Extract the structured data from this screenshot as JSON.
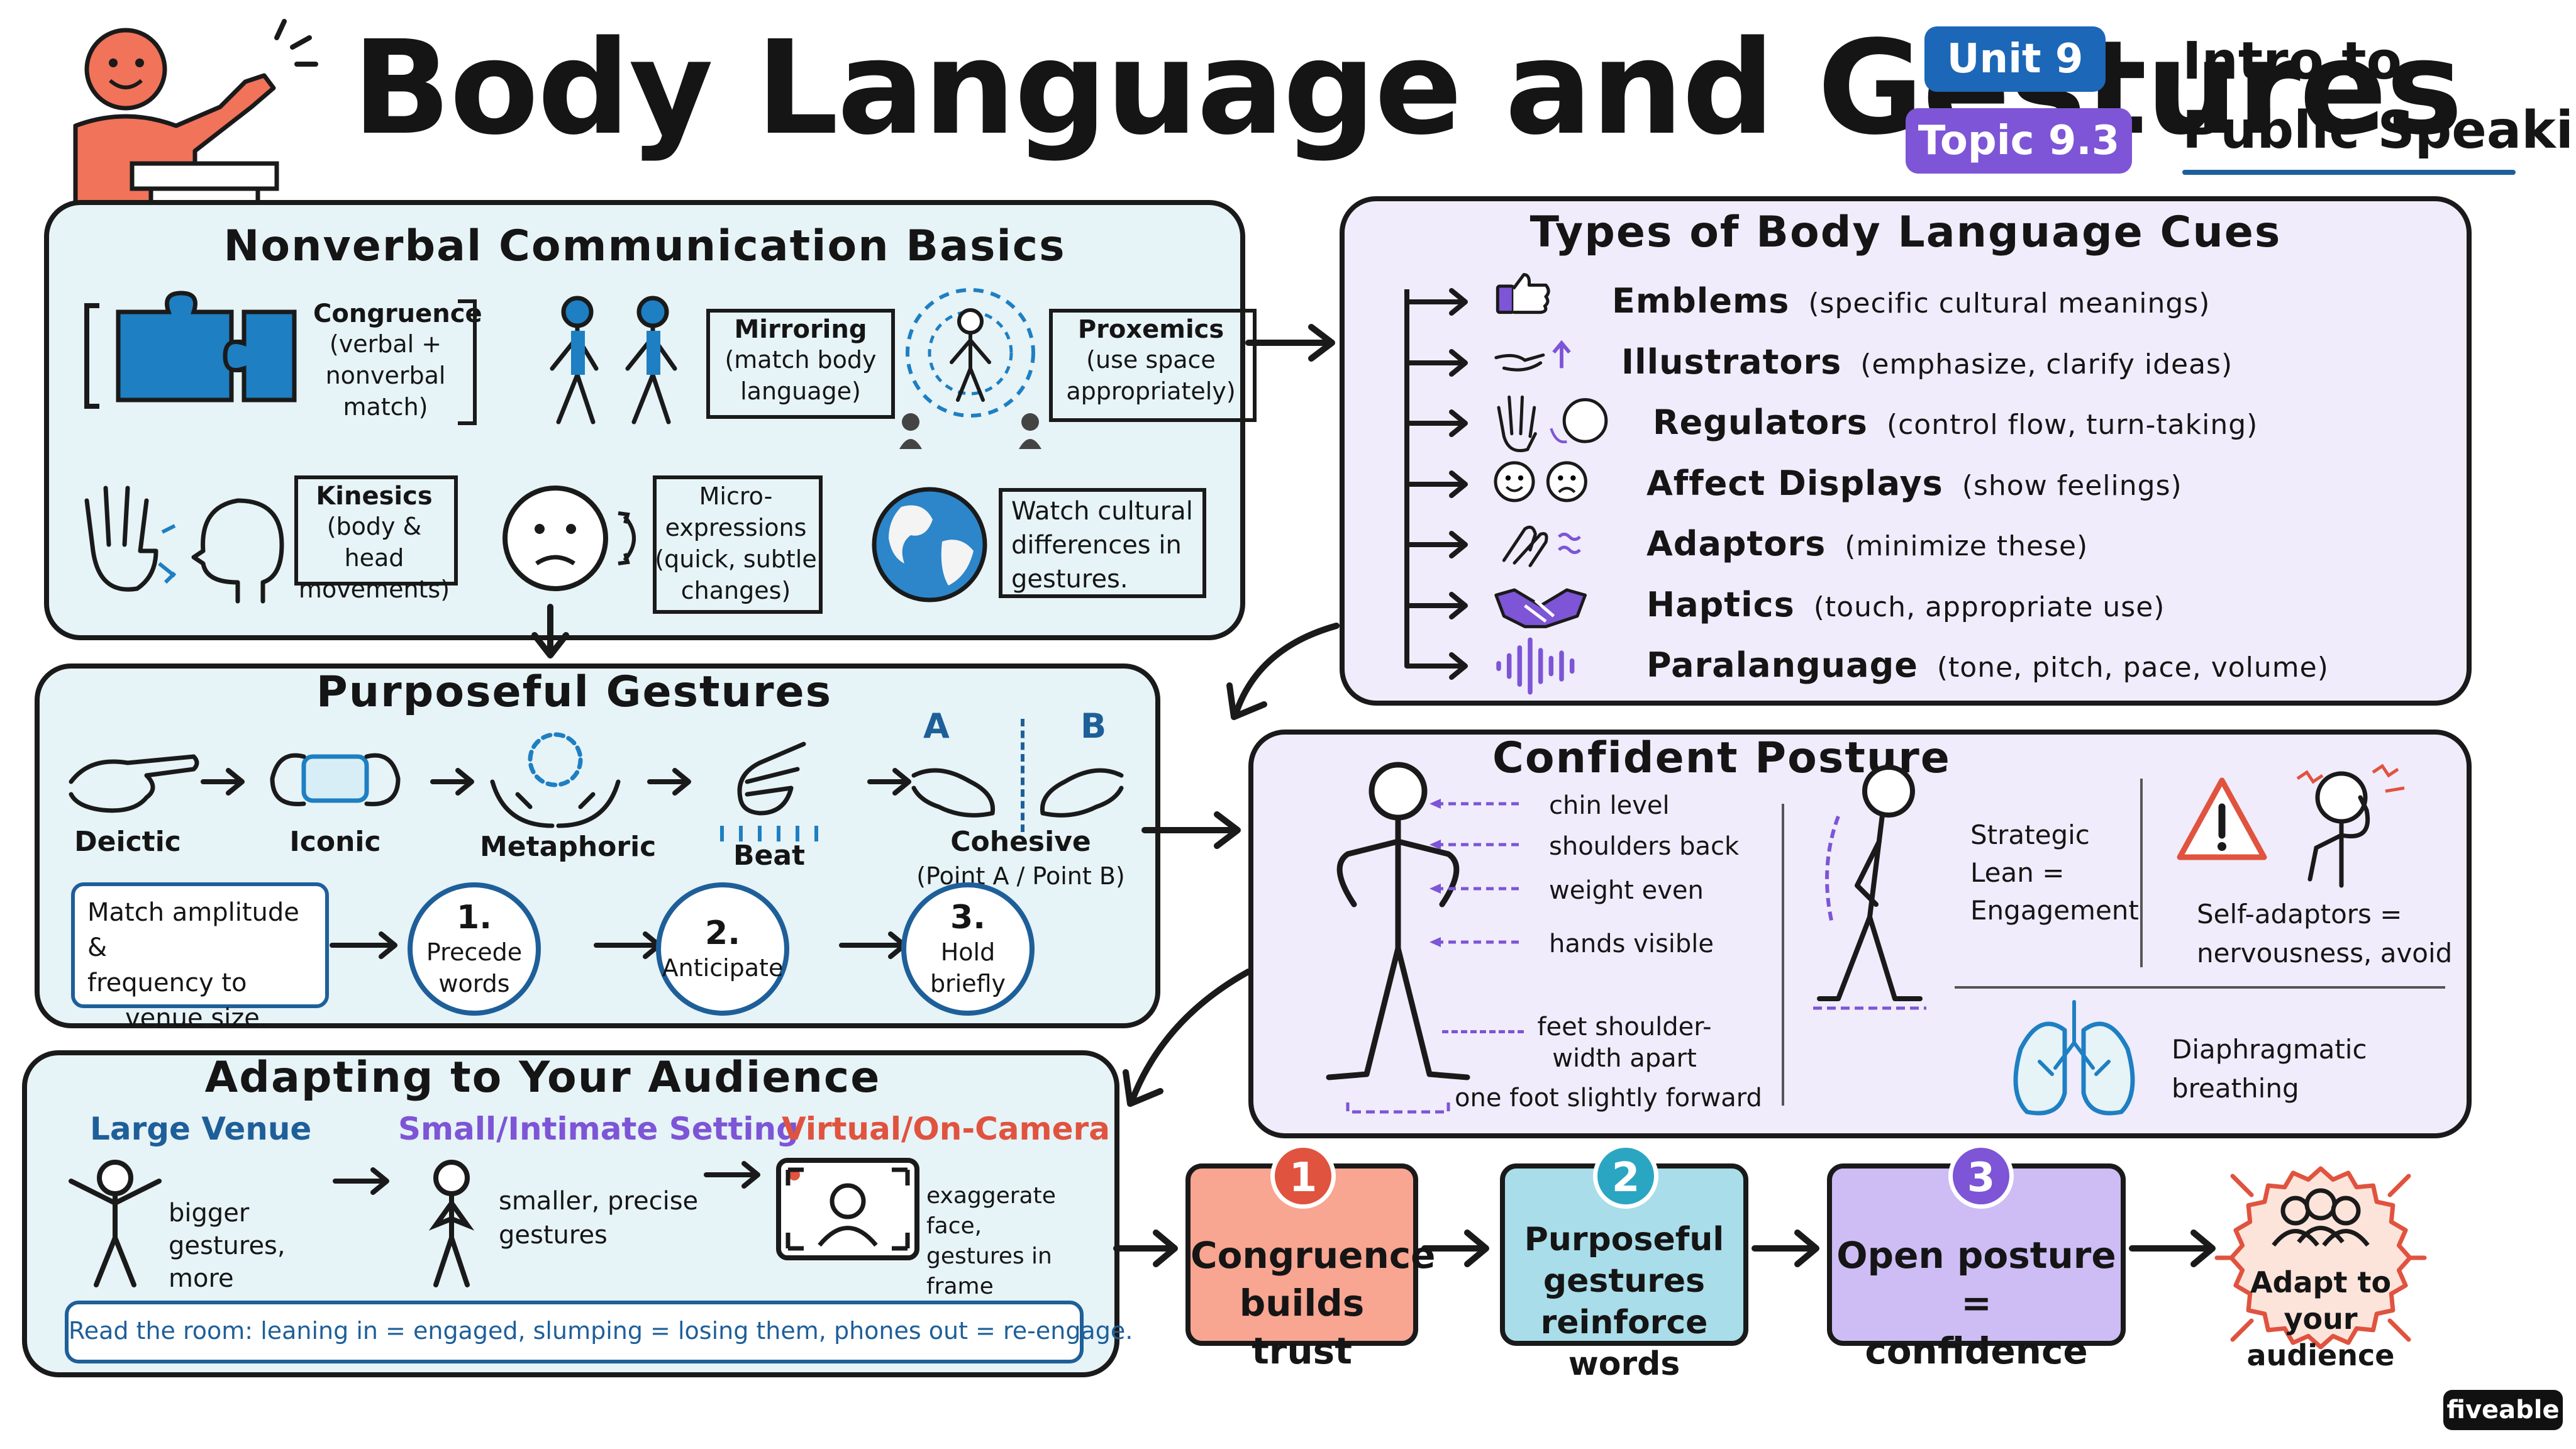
{
  "header": {
    "title": "Body Language and Gestures",
    "unit": "Unit 9",
    "topic": "Topic 9.3",
    "course_line1": "Intro to",
    "course_line2": "Public Speaking"
  },
  "colors": {
    "blue_panel": "#e6f3f7",
    "purple_panel": "#f0ecfb",
    "accent_blue": "#1e5f99",
    "unit_badge": "#1c67b7",
    "topic_badge": "#7d55d6",
    "large_venue": "#1e5f99",
    "small_setting": "#7d55d6",
    "virtual": "#e0533f",
    "congruence_box": "#f8a592",
    "gestures_box": "#a9dde9",
    "posture_box": "#cdbdf4",
    "adapt_badge": "#fde4db",
    "figure_orange": "#f0735a"
  },
  "nonverbal": {
    "title": "Nonverbal Communication Basics",
    "congruence": [
      "Congruence",
      "(verbal +",
      "nonverbal",
      "match)"
    ],
    "mirroring": [
      "Mirroring",
      "(match body",
      "language)"
    ],
    "proxemics": [
      "Proxemics",
      "(use space",
      "appropriately)"
    ],
    "kinesics": [
      "Kinesics",
      "(body & head",
      "movements)"
    ],
    "micro": [
      "Micro-",
      "expressions",
      "(quick, subtle",
      "changes)"
    ],
    "cultural": [
      "Watch cultural",
      "differences in",
      "gestures."
    ]
  },
  "cues": {
    "title": "Types of Body Language Cues",
    "items": [
      {
        "name": "Emblems",
        "desc": "(specific cultural meanings)",
        "icon": "thumbs-up-icon"
      },
      {
        "name": "Illustrators",
        "desc": "(emphasize, clarify ideas)",
        "icon": "open-hand-icon"
      },
      {
        "name": "Regulators",
        "desc": "(control flow, turn-taking)",
        "icon": "raised-hand-icon"
      },
      {
        "name": "Affect Displays",
        "desc": "(show feelings)",
        "icon": "faces-icon"
      },
      {
        "name": "Adaptors",
        "desc": "(minimize these)",
        "icon": "rubbing-hands-icon"
      },
      {
        "name": "Haptics",
        "desc": "(touch, appropriate use)",
        "icon": "handshake-icon"
      },
      {
        "name": "Paralanguage",
        "desc": "(tone, pitch, pace, volume)",
        "icon": "soundwave-icon"
      }
    ]
  },
  "gestures": {
    "title": "Purposeful Gestures",
    "types": [
      "Deictic",
      "Iconic",
      "Metaphoric",
      "Beat",
      "Cohesive"
    ],
    "cohesive_sub": "(Point A / Point B)",
    "point_a": "A",
    "point_b": "B",
    "match_note": [
      "Match amplitude &",
      "frequency to",
      "venue size."
    ],
    "steps": [
      {
        "num": "1.",
        "label": [
          "Precede",
          "words"
        ]
      },
      {
        "num": "2.",
        "label": [
          "Anticipate"
        ]
      },
      {
        "num": "3.",
        "label": [
          "Hold",
          "briefly"
        ]
      }
    ]
  },
  "posture": {
    "title": "Confident Posture",
    "labels": [
      "chin level",
      "shoulders back",
      "weight even",
      "hands visible"
    ],
    "feet": [
      "feet shoulder-",
      "width apart"
    ],
    "foot_forward": "one foot slightly forward",
    "lean": [
      "Strategic",
      "Lean =",
      "Engagement"
    ],
    "self_adaptors": [
      "Self-adaptors =",
      "nervousness, avoid"
    ],
    "breathing": [
      "Diaphragmatic",
      "breathing"
    ]
  },
  "audience": {
    "title": "Adapting to Your Audience",
    "large_venue": "Large Venue",
    "large_desc": [
      "bigger gestures,",
      "more movement"
    ],
    "small_setting": "Small/Intimate Setting",
    "small_desc": [
      "smaller, precise",
      "gestures"
    ],
    "virtual": "Virtual/On-Camera",
    "virtual_desc": [
      "exaggerate face,",
      "gestures in frame"
    ],
    "read_room": "Read the room: leaning in = engaged, slumping = losing them, phones out = re-engage."
  },
  "summary": [
    {
      "num": "1",
      "text": [
        "Congruence",
        "builds trust"
      ]
    },
    {
      "num": "2",
      "text": [
        "Purposeful",
        "gestures",
        "reinforce words"
      ]
    },
    {
      "num": "3",
      "text": [
        "Open posture =",
        "confidence"
      ]
    }
  ],
  "adapt_badge": [
    "Adapt to",
    "your audience"
  ],
  "brand": "fiveable"
}
